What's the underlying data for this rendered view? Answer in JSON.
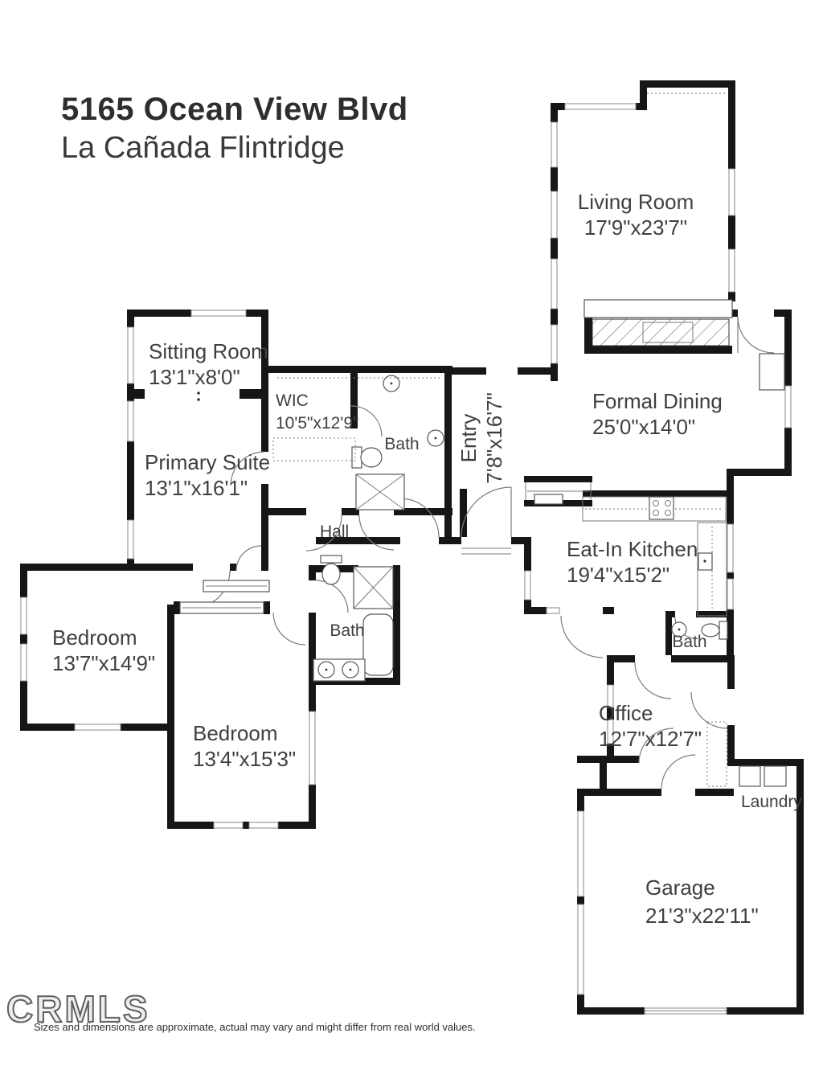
{
  "title": {
    "address": "5165 Ocean View Blvd",
    "city": "La Cañada Flintridge"
  },
  "rooms": {
    "living_room": {
      "name": "Living Room",
      "dims": "17'9\"x23'7\""
    },
    "sitting_room": {
      "name": "Sitting Room",
      "dims": "13'1\"x8'0\""
    },
    "primary_suite": {
      "name": "Primary Suite",
      "dims": "13'1\"x16'1\""
    },
    "wic": {
      "name": "WIC",
      "dims": "10'5\"x12'9\""
    },
    "entry": {
      "name": "Entry",
      "dims": "7'8\"x16'7\""
    },
    "formal_dining": {
      "name": "Formal Dining",
      "dims": "25'0\"x14'0\""
    },
    "eat_in_kitchen": {
      "name": "Eat-In Kitchen",
      "dims": "19'4\"x15'2\""
    },
    "hall": {
      "name": "Hall"
    },
    "bath_primary": {
      "name": "Bath"
    },
    "bath_hall": {
      "name": "Bath"
    },
    "bath_office": {
      "name": "Bath"
    },
    "bedroom_left": {
      "name": "Bedroom",
      "dims": "13'7\"x14'9\""
    },
    "bedroom_center": {
      "name": "Bedroom",
      "dims": "13'4\"x15'3\""
    },
    "office": {
      "name": "Office",
      "dims": "12'7\"x12'7\""
    },
    "laundry": {
      "name": "Laundry"
    },
    "garage": {
      "name": "Garage",
      "dims": "21'3\"x22'11\""
    }
  },
  "footer": {
    "watermark": "CRMLS",
    "disclaimer": "Sizes and dimensions are approximate, actual may vary and might differ from real world values."
  },
  "colors": {
    "wall": "#161616",
    "text": "#404040",
    "thin_line": "#7a7a7a"
  }
}
